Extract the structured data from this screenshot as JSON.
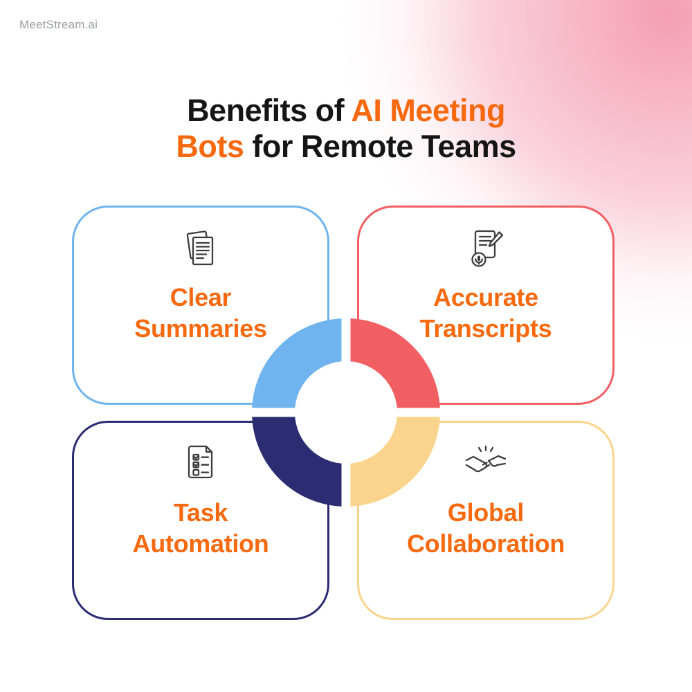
{
  "logo": {
    "text": "MeetStream.ai"
  },
  "title": {
    "part1": "Benefits of ",
    "part2": "AI Meeting",
    "part3": "Bots",
    "part4": " for Remote Teams"
  },
  "cards": [
    {
      "name": "clear-summaries",
      "line1": "Clear",
      "line2": "Summaries",
      "icon": "documents-icon",
      "border_color": "#6FB4EE"
    },
    {
      "name": "accurate-transcripts",
      "line1": "Accurate",
      "line2": "Transcripts",
      "icon": "transcript-icon",
      "border_color": "#F15F63"
    },
    {
      "name": "task-automation",
      "line1": "Task",
      "line2": "Automation",
      "icon": "checklist-icon",
      "border_color": "#2B2C72"
    },
    {
      "name": "global-collaboration",
      "line1": "Global",
      "line2": "Collaboration",
      "icon": "handshake-icon",
      "border_color": "#FAD48C"
    }
  ],
  "colors": {
    "accent_orange": "#F7690F",
    "blue": "#6FB4EE",
    "red": "#F15F63",
    "navy": "#2B2C72",
    "yellow": "#FAD48C",
    "pink_gradient": "#F49AB0",
    "title_ink": "#151515",
    "logo_gray": "#97A0A6"
  }
}
